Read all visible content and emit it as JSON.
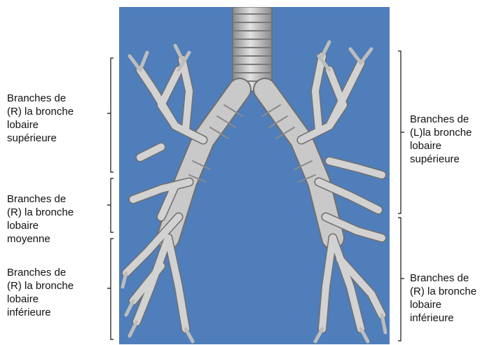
{
  "figure": {
    "background_color": "#4f7ebb",
    "airway_color": "#c9c9c9",
    "airway_outline": "#6f6f6f"
  },
  "labels": {
    "right_upper": "Branches de\n(R) la bronche\nlobaire\nsupérieure",
    "right_middle": "Branches de\n(R) la bronche\nlobaire\nmoyenne",
    "right_lower": "Branches de\n(R) la bronche\nlobaire\ninférieure",
    "left_upper": "Branches de\n(L)la bronche\nlobaire\nsupérieure",
    "left_lower": "Branches de\n(R) la bronche\nlobaire\ninférieure"
  }
}
